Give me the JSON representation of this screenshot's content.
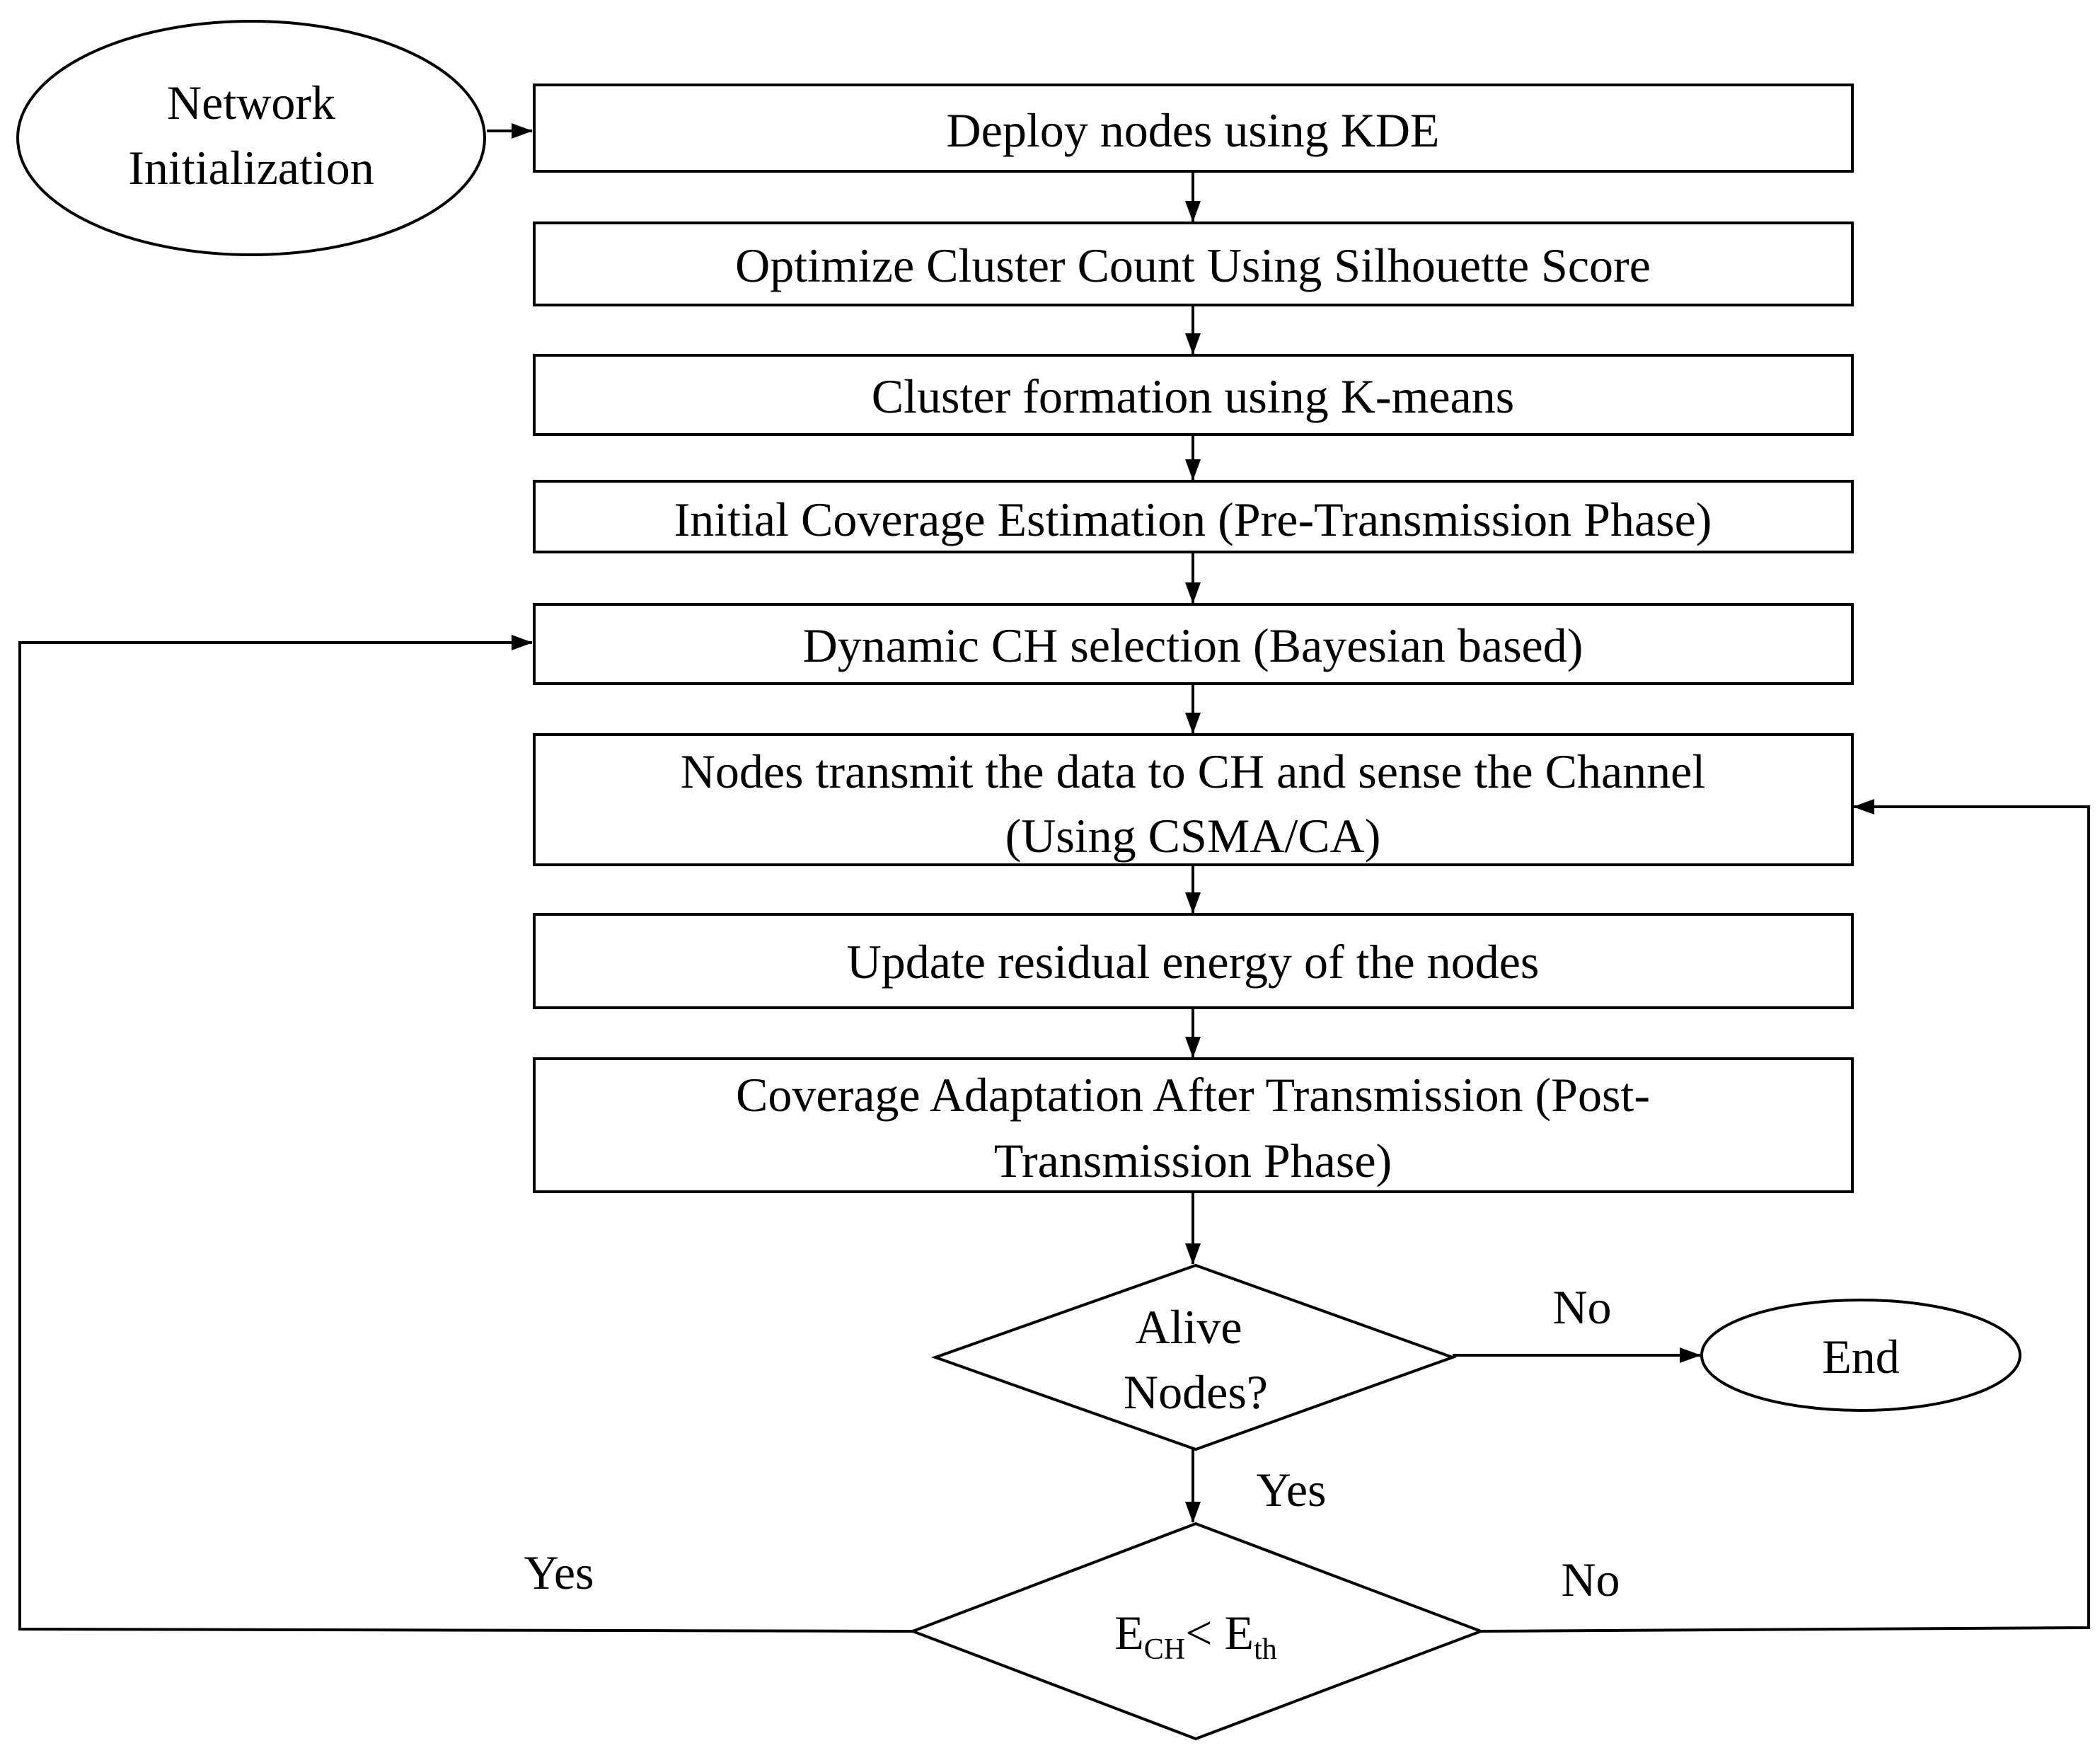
{
  "start": {
    "line1": "Network",
    "line2": "Initialization"
  },
  "steps": [
    {
      "line1": "Deploy nodes using KDE"
    },
    {
      "line1": "Optimize Cluster Count Using Silhouette Score"
    },
    {
      "line1": "Cluster formation using K-means"
    },
    {
      "line1": "Initial Coverage Estimation (Pre-Transmission Phase)"
    },
    {
      "line1": "Dynamic CH selection (Bayesian based)"
    },
    {
      "line1": "Nodes transmit the data to CH and sense the Channel",
      "line2": "(Using CSMA/CA)"
    },
    {
      "line1": "Update residual energy of the nodes"
    },
    {
      "line1": "Coverage Adaptation After Transmission (Post-",
      "line2": "Transmission Phase)"
    }
  ],
  "decision1": {
    "line1": "Alive",
    "line2": "Nodes?",
    "no_label": "No",
    "yes_label": "Yes"
  },
  "end": {
    "label": "End"
  },
  "decision2": {
    "e1": "E",
    "sub1": "CH",
    "op": "< ",
    "e2": "E",
    "sub2": "th",
    "yes_label": "Yes",
    "no_label": "No"
  }
}
